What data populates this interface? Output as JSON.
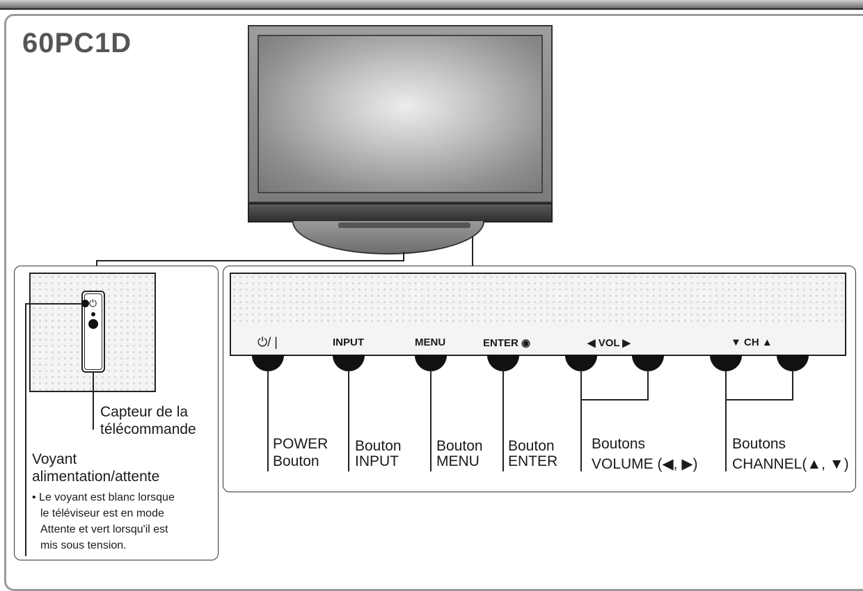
{
  "model": "60PC1D",
  "front_panel": {
    "power_symbol": "⏻/ |",
    "input_label": "INPUT",
    "menu_label": "MENU",
    "enter_label": "ENTER ◉",
    "vol_label": "◀ VOL ▶",
    "ch_label": "▼ CH ▲"
  },
  "callouts": {
    "power": [
      "POWER",
      "Bouton"
    ],
    "input": [
      "Bouton",
      "INPUT"
    ],
    "menu": [
      "Bouton",
      "MENU"
    ],
    "enter": [
      "Bouton",
      "ENTER"
    ],
    "volume": [
      "Boutons",
      "VOLUME (◀, ▶)"
    ],
    "channel": [
      "Boutons",
      "CHANNEL(▲, ▼)"
    ]
  },
  "side_panel": {
    "sensor_label": [
      "Capteur de la",
      "télécommande"
    ],
    "indicator_title": [
      "Voyant",
      "alimentation/attente"
    ],
    "note_lines": [
      "• Le voyant est blanc lorsque",
      "le téléviseur est en mode",
      "Attente et vert lorsqu'il est",
      "mis sous tension."
    ]
  }
}
